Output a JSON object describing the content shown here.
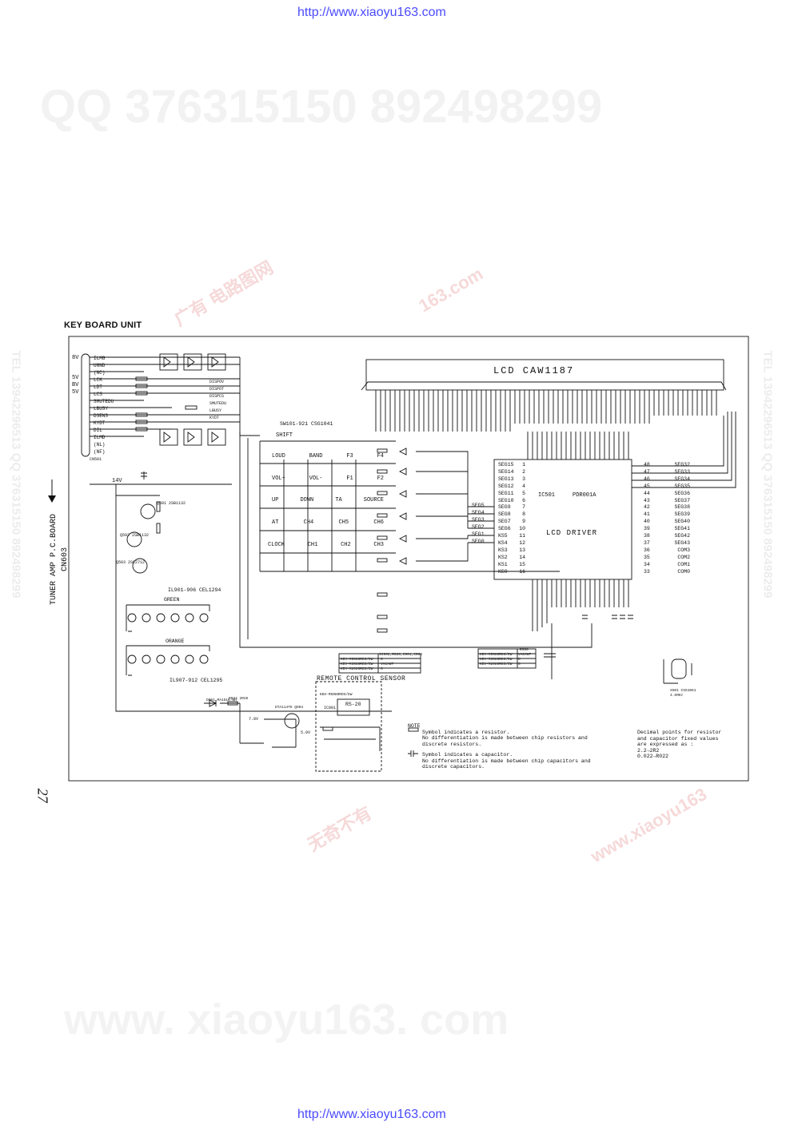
{
  "header_url": "http://www.xiaoyu163.com",
  "footer_url": "http://www.xiaoyu163.com",
  "watermarks": {
    "qq_top": "QQ 376315150   892498299",
    "bottom_big": "www. xiaoyu163. com",
    "side_left": "TEL 13942296513  QQ 376315150  892498299",
    "side_right": "TEL 13942296513  QQ 376315150  892498299",
    "diag_1": "广有 电路图网",
    "diag_2": "163.com",
    "diag_3": "无奇不有",
    "diag_4": "www.xiaoyu163"
  },
  "section_title": "KEY BOARD UNIT",
  "page_number": "27",
  "tuner_label_1": "TUNER AMP P.C.BOARD",
  "tuner_label_2": "CN603",
  "cn_label": "CN501",
  "lcd": {
    "title": "LCD  CAW1187",
    "ic_ref": "IC501",
    "ic_part": "PDR001A",
    "ic_name": "LCD DRIVER"
  },
  "connector_pins": [
    "ILMG",
    "UGND",
    "(NC)",
    "LCK",
    "LDT",
    "LCS",
    "SMUTEDU",
    "LBUSY",
    "DSENS",
    "KYDT",
    "DIL",
    "ILMD",
    "(NL)",
    "(NF)"
  ],
  "right_connector_signals": [
    "DISPOV",
    "DISPOT",
    "DISPCS",
    "SMUTEDU",
    "LBUSY",
    "KYDT"
  ],
  "switch_header": "SW101-921 CSG1041",
  "keys": [
    [
      "SHIFT"
    ],
    [
      "LOUD",
      "BAND",
      "F3",
      "F4"
    ],
    [
      "VOL+",
      "VOL-",
      "F1",
      "F2"
    ],
    [
      "UP",
      "DOWN",
      "TA",
      "SOURCE"
    ],
    [
      "AT",
      "CH4",
      "CH5",
      "CH6"
    ],
    [
      "CLOCK",
      "CH1",
      "CH2",
      "CH3"
    ]
  ],
  "ic_left_pins": [
    {
      "name": "SEG15",
      "num": "1"
    },
    {
      "name": "SEG14",
      "num": "2"
    },
    {
      "name": "SEG13",
      "num": "3"
    },
    {
      "name": "SEG12",
      "num": "4"
    },
    {
      "name": "SEG11",
      "num": "5"
    },
    {
      "name": "SEG10",
      "num": "6"
    },
    {
      "name": "SEG9",
      "num": "7"
    },
    {
      "name": "SEG8",
      "num": "8"
    },
    {
      "name": "SEG7",
      "num": "9"
    },
    {
      "name": "SEG6",
      "num": "10"
    },
    {
      "name": "KS5",
      "num": "11"
    },
    {
      "name": "KS4",
      "num": "12"
    },
    {
      "name": "KS3",
      "num": "13"
    },
    {
      "name": "KS2",
      "num": "14"
    },
    {
      "name": "KS1",
      "num": "15"
    },
    {
      "name": "KS0",
      "num": "16"
    }
  ],
  "ic_left_feed": [
    "SEG5",
    "SEG4",
    "SEG3",
    "SEG2",
    "SEG1",
    "SEG0"
  ],
  "ic_right_pins": [
    {
      "num": "48",
      "name": "SEG32"
    },
    {
      "num": "47",
      "name": "SEG33"
    },
    {
      "num": "46",
      "name": "SEG34"
    },
    {
      "num": "45",
      "name": "SEG35"
    },
    {
      "num": "44",
      "name": "SEG36"
    },
    {
      "num": "43",
      "name": "SEG37"
    },
    {
      "num": "42",
      "name": "SEG38"
    },
    {
      "num": "41",
      "name": "SEG39"
    },
    {
      "num": "40",
      "name": "SEG40"
    },
    {
      "num": "39",
      "name": "SEG41"
    },
    {
      "num": "38",
      "name": "SEG42"
    },
    {
      "num": "37",
      "name": "SEG43"
    },
    {
      "num": "36",
      "name": "COM3"
    },
    {
      "num": "35",
      "name": "COM2"
    },
    {
      "num": "34",
      "name": "COM1"
    },
    {
      "num": "33",
      "name": "COM0"
    }
  ],
  "led_groups": [
    {
      "ref": "IL901-906 CEL1294",
      "color": "GREEN"
    },
    {
      "ref": "IL907-912 CEL1295",
      "color": "ORANGE"
    }
  ],
  "transistors": [
    "Q501 2SB1132",
    "Q502 2SB1132",
    "Q503 2SC2712"
  ],
  "remote": {
    "title": "REMOTE CONTROL SENSOR",
    "part_label": "KEH-M5080RDS/EW",
    "module": "RS-20",
    "ic_ref": "IC901",
    "diode": "D901 MA151K-NH",
    "resistor": "R934 2R2K",
    "transistor": "DTA114TK Q904"
  },
  "small_tables": {
    "left_header": "IC902,R926,C901,C904",
    "left_rows": [
      {
        "model": "KEH-M5080RDS/EW",
        "val": "O"
      },
      {
        "model": "KEH-M3080RDS/EW",
        "val": "VACANT"
      },
      {
        "model": "KEH-M2080RDS/EW",
        "val": "O"
      }
    ],
    "right_header": "R550",
    "right_rows": [
      {
        "model": "KEH-M5080RDS/EW",
        "val": "VACANT"
      },
      {
        "model": "KEH-M3080RDS/EW",
        "val": "O"
      },
      {
        "model": "KEH-M2080RDS/EW",
        "val": "O"
      }
    ]
  },
  "xtal": {
    "ref": "X501 CSS1061",
    "freq": "4.5MHz"
  },
  "notes": {
    "title": "NOTE",
    "r_line1": "Symbol indicates a resistor.",
    "r_line2": "No differentiation is made between chip resistors and",
    "r_line3": "discrete resistors.",
    "c_line1": "Symbol indicates a capacitor.",
    "c_line2": "No differentiation is made between chip capacitors and",
    "c_line3": "discrete capacitors.",
    "dec_line1": "Decimal points for resistor",
    "dec_line2": "and capacitor fixed values",
    "dec_line3": "are expressed as :",
    "dec_line4": "2.2→2R2",
    "dec_line5": "0.022→R022"
  },
  "voltages": [
    "14V",
    "7.8V",
    "5.0V",
    "8V",
    "5V",
    "BV",
    "5V"
  ]
}
